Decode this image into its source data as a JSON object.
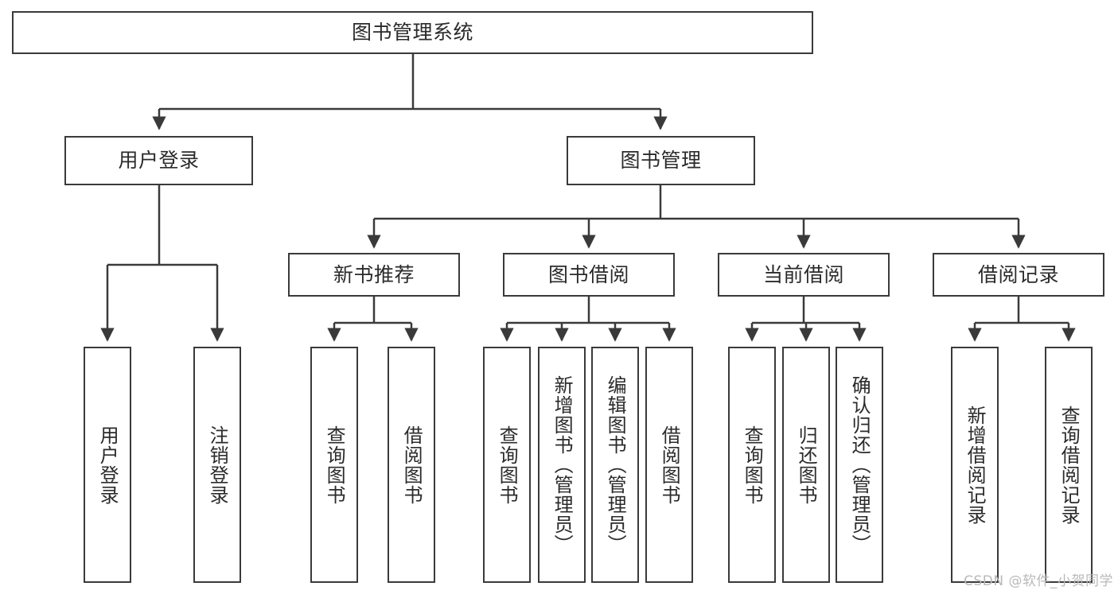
{
  "diagram": {
    "title": "图书管理系统",
    "root": {
      "label": "图书管理系统"
    },
    "level2": [
      {
        "label": "用户登录"
      },
      {
        "label": "图书管理"
      }
    ],
    "level3": [
      {
        "label": "新书推荐"
      },
      {
        "label": "图书借阅"
      },
      {
        "label": "当前借阅"
      },
      {
        "label": "借阅记录"
      }
    ],
    "leaves": {
      "user_login": [
        {
          "label": "用户登录"
        },
        {
          "label": "注销登录"
        }
      ],
      "new_book_recommend": [
        {
          "label": "查询图书"
        },
        {
          "label": "借阅图书"
        }
      ],
      "book_borrow": [
        {
          "label": "查询图书"
        },
        {
          "label": "新增图书（管理员）"
        },
        {
          "label": "编辑图书（管理员）"
        },
        {
          "label": "借阅图书"
        }
      ],
      "current_borrow": [
        {
          "label": "查询图书"
        },
        {
          "label": "归还图书"
        },
        {
          "label": "确认归还（管理员）"
        }
      ],
      "borrow_record": [
        {
          "label": "新增借阅记录"
        },
        {
          "label": "查询借阅记录"
        }
      ]
    }
  },
  "watermark": {
    "text": "CSDN @软件_小贺同学"
  },
  "colors": {
    "border": "#3a3a3a",
    "text": "#2b2b2b",
    "background": "#ffffff",
    "watermark": "#b9b9b9"
  }
}
